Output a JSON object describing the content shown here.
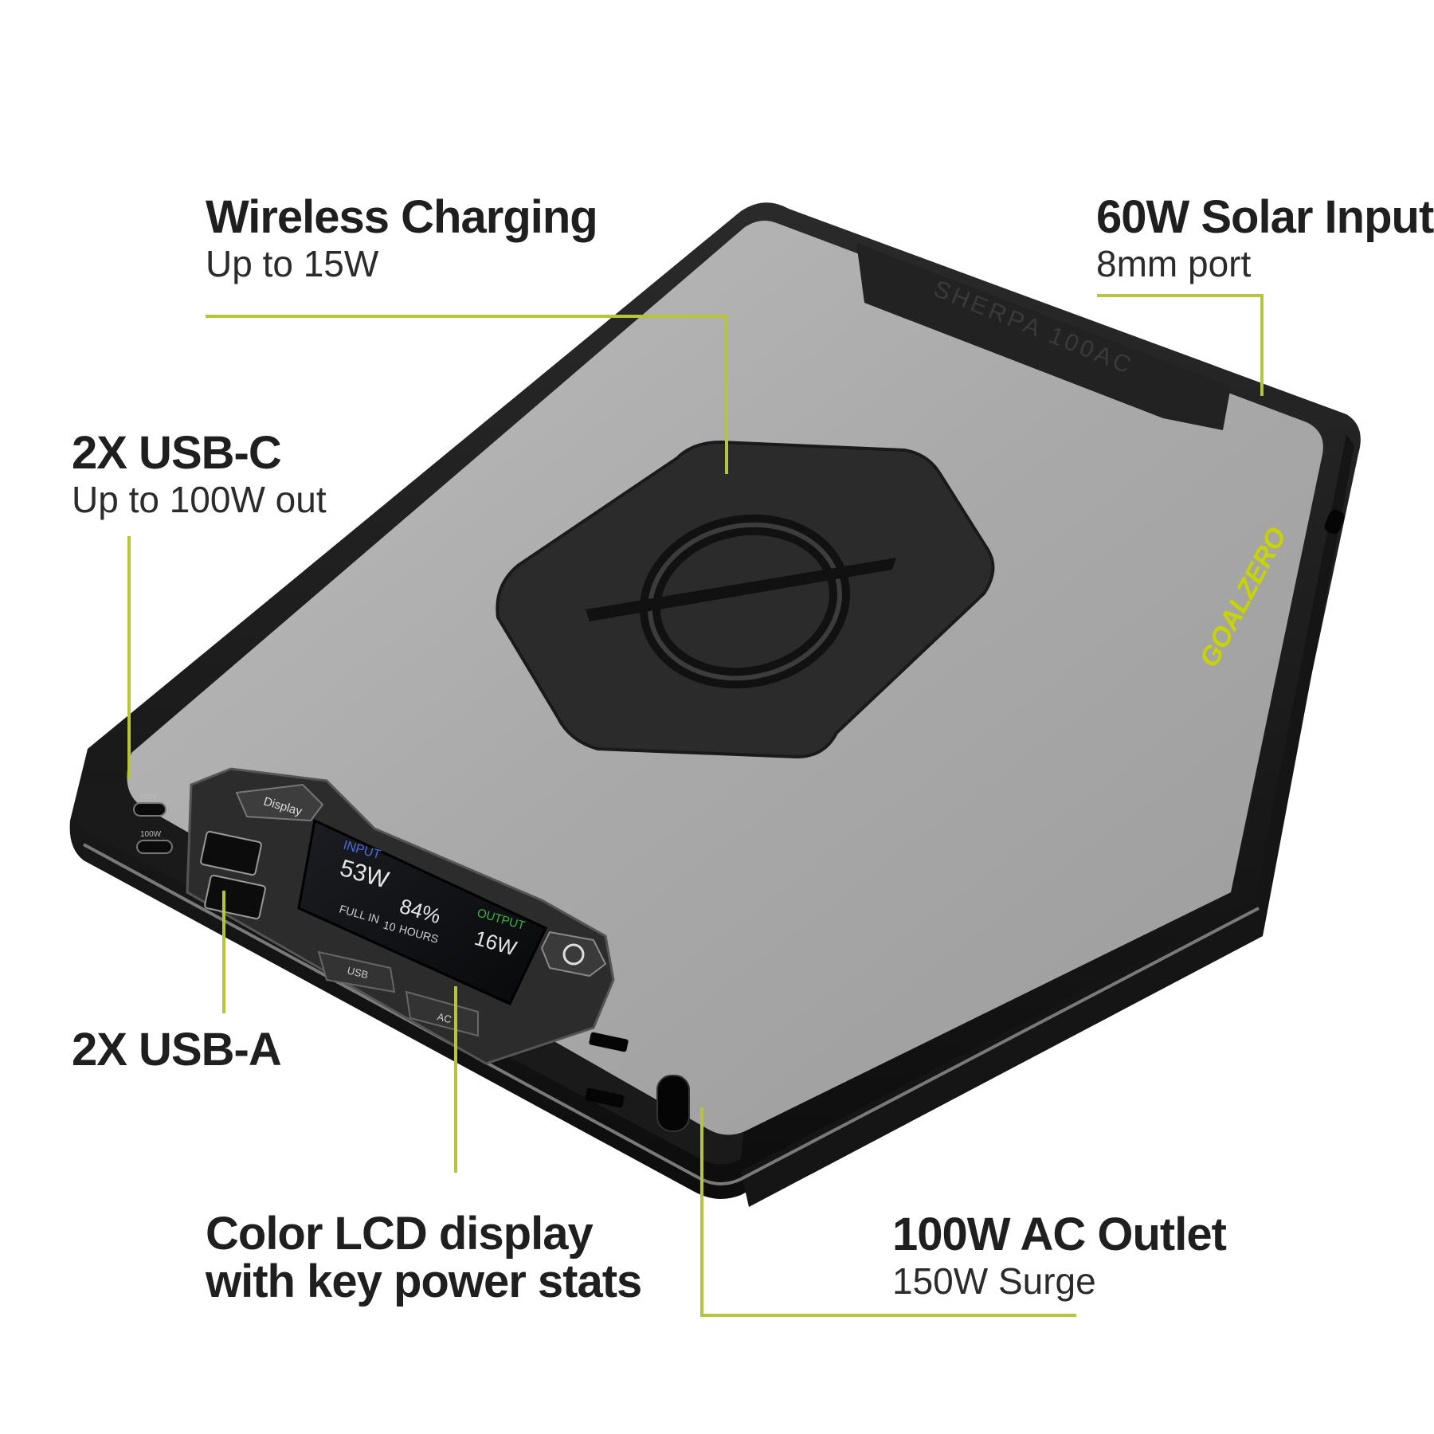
{
  "callouts": {
    "wireless": {
      "title": "Wireless Charging",
      "subtitle": "Up to 15W"
    },
    "solar": {
      "title": "60W Solar Input",
      "subtitle": "8mm port"
    },
    "usbc": {
      "title": "2X USB-C",
      "subtitle": "Up to 100W out"
    },
    "usba": {
      "title": "2X USB-A"
    },
    "lcd": {
      "title_line1": "Color LCD display",
      "title_line2": "with key power stats"
    },
    "ac": {
      "title": "100W AC Outlet",
      "subtitle": "150W Surge"
    }
  },
  "device": {
    "brand": "GOALZERO",
    "model": "SHERPA 100AC",
    "display_button": "Display",
    "usb_button": "USB",
    "ac_button": "AC",
    "usbc_port_1": "60W",
    "usbc_port_2": "100W",
    "lcd": {
      "input_label": "INPUT",
      "input_value": "53W",
      "battery_percent": "84%",
      "full_in_label": "FULL IN",
      "hours_value": "10",
      "hours_label": "HOURS",
      "output_label": "OUTPUT",
      "output_value": "16W"
    }
  },
  "colors": {
    "leader_line": "#b7c53a",
    "text": "#1f1f1f",
    "device_body": "#1c1c1c",
    "top_panel": "#a8a8a8",
    "brand_accent": "#c8d400",
    "lcd_input": "#4a6fd8",
    "lcd_output": "#3fb24a"
  }
}
